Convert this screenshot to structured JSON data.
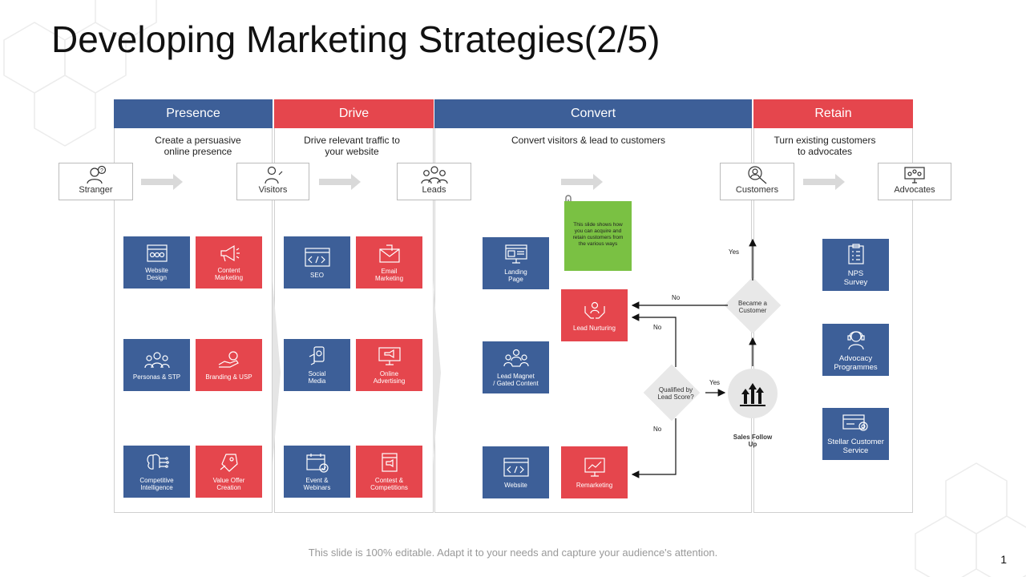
{
  "title": "Developing Marketing Strategies(2/5)",
  "columns": [
    {
      "name": "Presence",
      "description": "Create a persuasive\nonline presence",
      "color": "#3d5f98"
    },
    {
      "name": "Drive",
      "description": "Drive relevant traffic to\nyour website",
      "color": "#e5464d"
    },
    {
      "name": "Convert",
      "description": "Convert visitors & lead to customers",
      "color": "#3d5f98"
    },
    {
      "name": "Retain",
      "description": "Turn existing customers\nto advocates",
      "color": "#e5464d"
    }
  ],
  "stages": [
    "Stranger",
    "Visitors",
    "Leads",
    "Customers",
    "Advocates"
  ],
  "tiles": {
    "website_design": "Website\nDesign",
    "content_marketing": "Content\nMarketing",
    "personas_stp": "Personas & STP",
    "branding_usp": "Branding & USP",
    "competitive_intelligence": "Competitive\nIntelligence",
    "value_offer_creation": "Value Offer\nCreation",
    "seo": "SEO",
    "email_marketing": "Email\nMarketing",
    "social_media": "Social\nMedia",
    "online_advertising": "Online\nAdvertising",
    "event_webinars": "Event &\nWebinars",
    "contest_competitions": "Contest &\nCompetitions",
    "landing_page": "Landing\nPage",
    "lead_magnet": "Lead Magnet\n/ Gated Content",
    "website": "Website",
    "lead_nurturing": "Lead Nurturing",
    "remarketing": "Remarketing",
    "nps_survey": "NPS\nSurvey",
    "advocacy_programmes": "Advocacy\nProgrammes",
    "stellar_customer_service": "Stellar Customer\nService"
  },
  "note": "This slide shows how you can acquire and retain customers from the various ways",
  "decisions": {
    "qualified": "Qualified by\nLead Score?",
    "became_customer": "Became a\nCustomer"
  },
  "sales_follow_up": "Sales  Follow\nUp",
  "flow_labels": {
    "yes_top": "Yes",
    "no_top": "No",
    "no_middle": "No",
    "yes_right": "Yes",
    "no_bottom": "No"
  },
  "footer": "This slide is 100% editable. Adapt it to your needs and capture your audience's attention.",
  "page_number": "1",
  "colors": {
    "blue": "#3d5f98",
    "red": "#e5464d",
    "note_green": "#7ac143",
    "arrow_gray": "#d9d9d9"
  }
}
